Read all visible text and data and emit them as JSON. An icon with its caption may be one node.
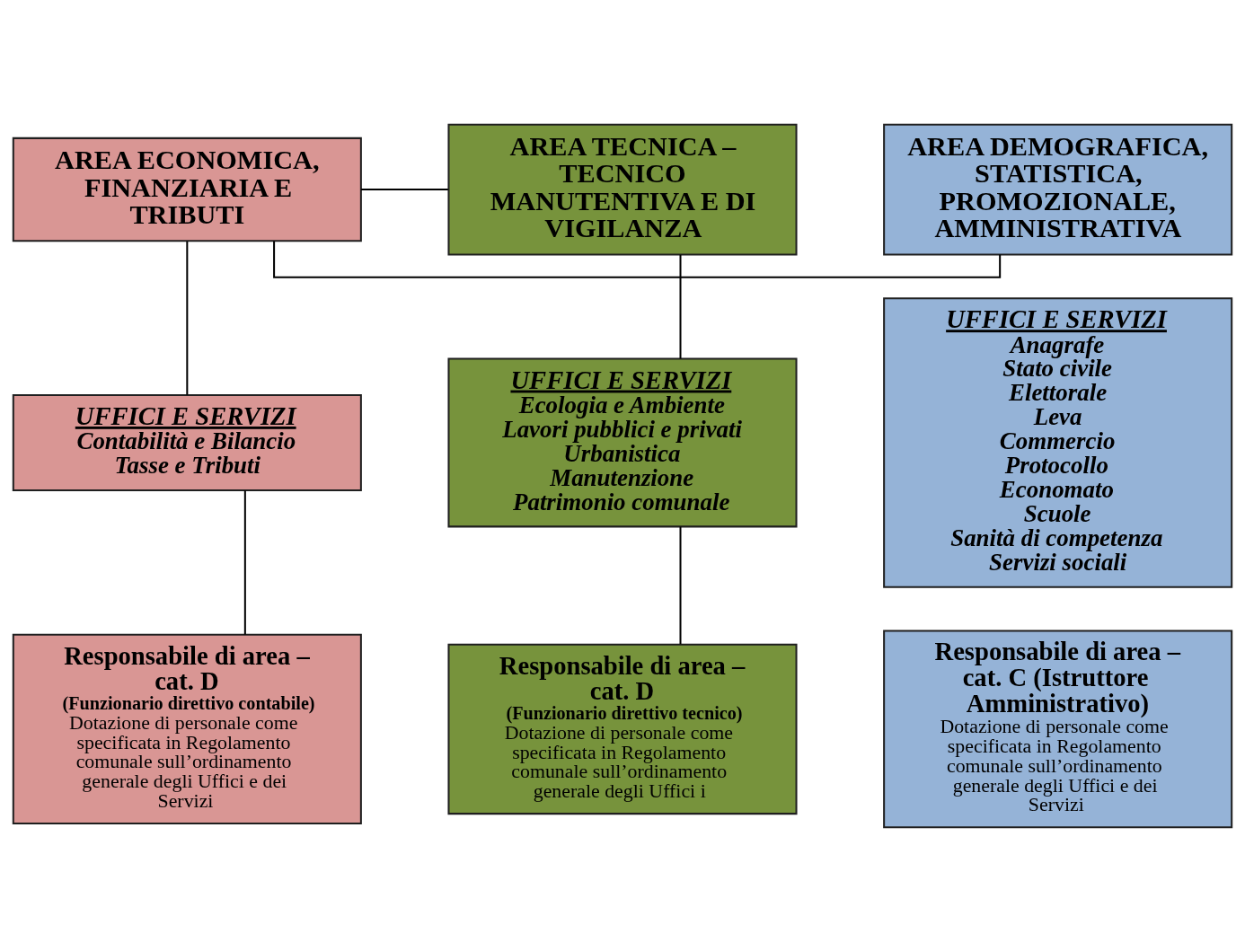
{
  "diagram": {
    "nodes": [
      {
        "text": [
          "AREA DEMOGRAFICA, STATISTICA, PROMOZIONALE, AMMINISTRATIVA"
        ]
      },
      {
        "text": [
          "UFFICI E SERVIZI",
          "Anagrafe",
          "Stato civile",
          "Elettorale",
          "Leva",
          "Commercio",
          "Protocollo",
          "Economato",
          "Scuole",
          "Sanità di competenza",
          "Servizi sociali"
        ]
      },
      {
        "text": [
          "Responsabile di area – cat. C (Istruttore Amministrativo)",
          "Dotazione di personale come specificata in Regolamento comunale sull’ordinamento generale degli Uffici e dei Servizi"
        ]
      },
      {
        "text": [
          "AREA ECONOMICA, FINANZIARIA E TRIBUTI"
        ]
      },
      {
        "text": [
          "UFFICI E SERVIZI",
          "Contabilità e Bilancio",
          "Tasse e Tributi"
        ]
      },
      {
        "text": [
          "Responsabile di area – cat. D",
          "(Funzionario direttivo contabile)",
          "Dotazione di personale come specificata in Regolamento comunale sull’ordinamento generale degli Uffici e dei Servizi"
        ]
      },
      {
        "text": [
          "AREA TECNICA – TECNICO MANUTENTIVA E DI VIGILANZA"
        ]
      },
      {
        "text": [
          "UFFICI E SERVIZI",
          "Ecologia e Ambiente",
          "Lavori pubblici e privati",
          "Urbanistica",
          "Manutenzione",
          "Patrimonio comunale"
        ]
      },
      {
        "text": [
          "Responsabile di area – cat. D",
          "(Funzionario direttivo tecnico)",
          "Dotazione di personale come specificata in Regolamento comunale sull’ordinamento generale degli Uffici i"
        ]
      }
    ],
    "edges": [
      {
        "from": 3,
        "to": 0,
        "arrow": "none"
      },
      {
        "from": 3,
        "to": 6,
        "arrow": "none"
      },
      {
        "from": 3,
        "to": 4,
        "arrow": "none"
      },
      {
        "from": 4,
        "to": 5,
        "arrow": "none"
      },
      {
        "from": 6,
        "to": 7,
        "arrow": "none"
      },
      {
        "from": 7,
        "to": 8,
        "arrow": "none"
      }
    ]
  }
}
